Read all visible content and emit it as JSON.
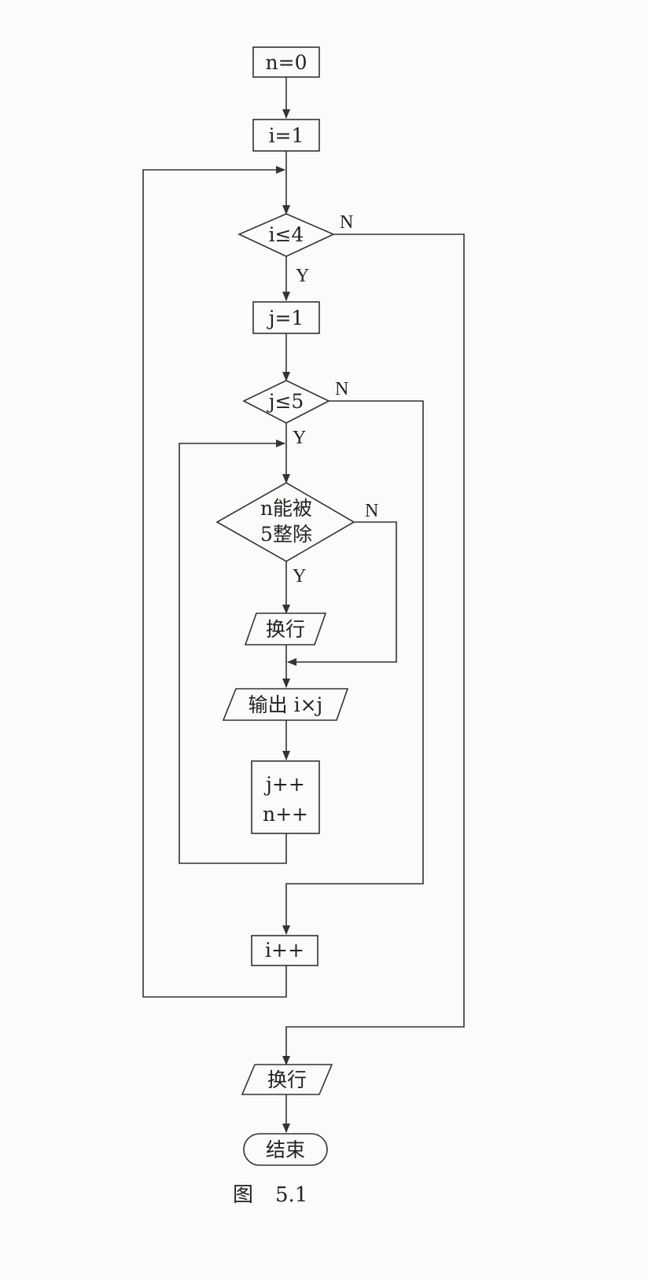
{
  "flowchart": {
    "start": "n=0",
    "init_i": "i=1",
    "cond_i": "i≤4",
    "init_j": "j=1",
    "cond_j": "j≤5",
    "cond_n_line1": "n能被",
    "cond_n_line2": "5整除",
    "newline_inner": "换行",
    "output": "输出 i×j",
    "inc_j": "j++",
    "inc_n": "n++",
    "inc_i": "i++",
    "newline_final": "换行",
    "end": "结束"
  },
  "branch_labels": {
    "yes": "Y",
    "no": "N"
  },
  "caption": {
    "prefix": "图",
    "number": "5.1"
  }
}
